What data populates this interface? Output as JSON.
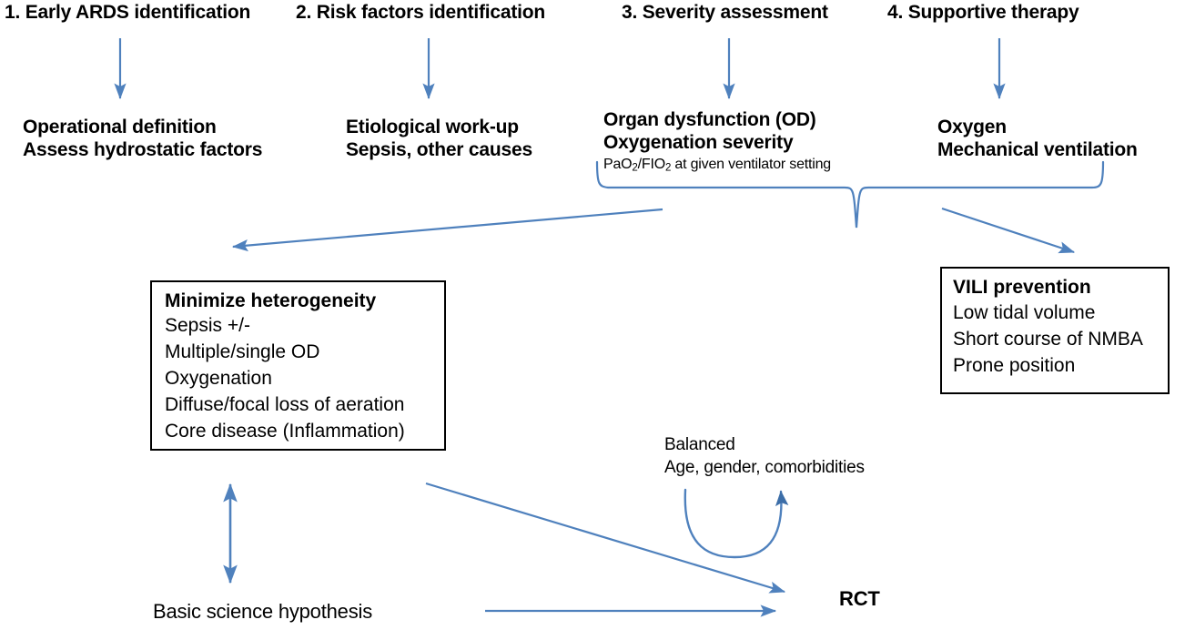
{
  "diagram": {
    "title": "ARDS research framework flowchart",
    "accent_color": "#4F81BD",
    "text_color": "#000000",
    "background_color": "#FFFFFF",
    "border_color": "#000000"
  },
  "columns": [
    {
      "heading": "1. Early ARDS identification",
      "lines": [
        "Operational definition",
        "Assess hydrostatic factors"
      ],
      "note": ""
    },
    {
      "heading": "2. Risk factors identification",
      "lines": [
        "Etiological work-up",
        "Sepsis, other causes"
      ],
      "note": ""
    },
    {
      "heading": "3. Severity assessment",
      "lines": [
        "Organ dysfunction (OD)",
        "Oxygenation severity"
      ],
      "note": "PaO2/FIO2 at given ventilator setting"
    },
    {
      "heading": "4. Supportive therapy",
      "lines": [
        "Oxygen",
        "Mechanical ventilation"
      ],
      "note": ""
    }
  ],
  "boxes": {
    "left": {
      "title": "Minimize heterogeneity",
      "lines": [
        "Sepsis +/-",
        "Multiple/single OD",
        "Oxygenation",
        "Diffuse/focal loss of aeration",
        "Core disease (Inflammation)"
      ]
    },
    "right": {
      "title": "VILI prevention",
      "lines": [
        "Low tidal volume",
        "Short course of NMBA",
        "Prone position"
      ]
    }
  },
  "bottom": {
    "balanced_line1": "Balanced",
    "balanced_line2": "Age, gender, comorbidities",
    "basic_science": "Basic science hypothesis",
    "rct": "RCT"
  },
  "connectors": [
    {
      "name": "arrow-down-col1",
      "type": "arrow-down"
    },
    {
      "name": "arrow-down-col2",
      "type": "arrow-down"
    },
    {
      "name": "arrow-down-col3",
      "type": "arrow-down"
    },
    {
      "name": "arrow-down-col4",
      "type": "arrow-down"
    },
    {
      "name": "brace-severity-therapy",
      "type": "curly-brace"
    },
    {
      "name": "arrow-brace-to-left-box",
      "type": "arrow-diagonal-left"
    },
    {
      "name": "arrow-brace-to-right-box",
      "type": "arrow-diagonal-right"
    },
    {
      "name": "arrow-double-vertical-hypothesis",
      "type": "arrow-double-vertical"
    },
    {
      "name": "arrow-left-box-to-rct",
      "type": "arrow-diagonal-down-right"
    },
    {
      "name": "arrow-hypothesis-to-rct",
      "type": "arrow-horizontal"
    },
    {
      "name": "arrow-curved-balanced",
      "type": "arrow-curved-u"
    }
  ]
}
